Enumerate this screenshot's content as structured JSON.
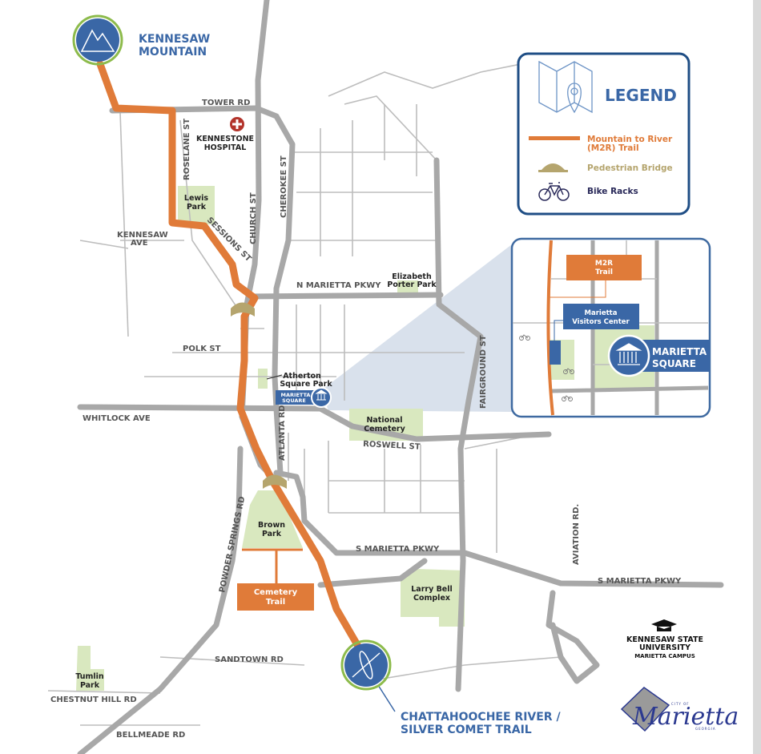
{
  "colors": {
    "trail": "#e07b39",
    "road": "#a8a8a8",
    "park": "#d9e8bf",
    "brand_blue": "#3a67a6",
    "bridge": "#b5a56e"
  },
  "endpoints": {
    "north": {
      "label_line1": "KENNESAW",
      "label_line2": "MOUNTAIN",
      "icon": "mountain-icon"
    },
    "south": {
      "label_line1": "CHATTAHOOCHEE RIVER /",
      "label_line2": "SILVER COMET TRAIL",
      "icon": "kayak-icon"
    }
  },
  "roads": {
    "tower": "TOWER RD",
    "roselane": "ROSELANE ST",
    "church": "CHURCH ST",
    "cherokee": "CHEROKEE ST",
    "sessions": "SESSIONS ST",
    "kennesaw_1": "KENNESAW",
    "kennesaw_2": "AVE",
    "n_marietta": "N MARIETTA PKWY",
    "polk": "POLK ST",
    "whitlock": "WHITLOCK AVE",
    "atlanta": "ATLANTA RD",
    "roswell": "ROSWELL ST",
    "fairground": "FAIRGROUND ST",
    "powder": "POWDER SPRINGS RD",
    "s_marietta_1": "S MARIETTA PKWY",
    "s_marietta_2": "S MARIETTA PKWY",
    "aviation": "AVIATION RD.",
    "sandtown": "SANDTOWN RD",
    "chestnut": "CHESTNUT HILL RD",
    "bellmeade": "BELLMEADE RD"
  },
  "places": {
    "hospital_1": "KENNESTONE",
    "hospital_2": "HOSPITAL",
    "lewis_1": "Lewis",
    "lewis_2": "Park",
    "elizabeth_1": "Elizabeth",
    "elizabeth_2": "Porter Park",
    "atherton_1": "Atherton",
    "atherton_2": "Square Park",
    "square_1": "MARIETTA",
    "square_2": "SQUARE",
    "cemetery_1": "National",
    "cemetery_2": "Cemetery",
    "brown_1": "Brown",
    "brown_2": "Park",
    "cemetery_trail_1": "Cemetery",
    "cemetery_trail_2": "Trail",
    "larry_1": "Larry Bell",
    "larry_2": "Complex",
    "tumlin_1": "Tumlin",
    "tumlin_2": "Park"
  },
  "legend": {
    "title": "LEGEND",
    "items": [
      {
        "label_line1": "Mountain to River",
        "label_line2": "(M2R)  Trail",
        "icon": "trail-line-icon"
      },
      {
        "label": "Pedestrian Bridge",
        "icon": "bridge-icon"
      },
      {
        "label": "Bike Racks",
        "icon": "bike-icon"
      }
    ]
  },
  "inset": {
    "m2r_1": "M2R",
    "m2r_2": "Trail",
    "visitors_1": "Marietta",
    "visitors_2": "Visitors Center",
    "square_1": "MARIETTA",
    "square_2": "SQUARE"
  },
  "ksu": {
    "line1": "KENNESAW STATE",
    "line2": "UNIVERSITY",
    "line3": "MARIETTA CAMPUS"
  },
  "logo": {
    "city_of": "CITY OF",
    "name": "Marietta",
    "state": "GEORGIA"
  }
}
